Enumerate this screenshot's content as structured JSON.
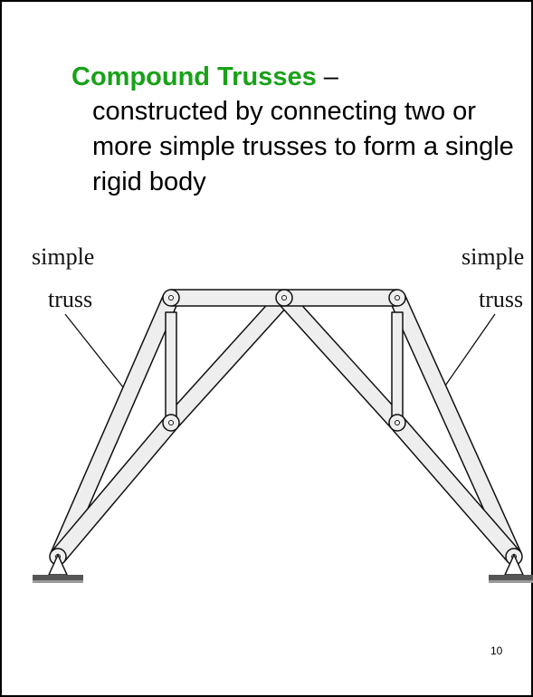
{
  "slide": {
    "term": "Compound Trusses",
    "dash": " –",
    "definition": "constructed by connecting two or more simple trusses to form a single rigid body",
    "page_number": "10",
    "colors": {
      "term": "#19a119",
      "text": "#000000",
      "member_fill": "#eeeeee"
    }
  },
  "figure": {
    "left_label": [
      "simple",
      "truss"
    ],
    "right_label": [
      "simple",
      "truss"
    ]
  }
}
